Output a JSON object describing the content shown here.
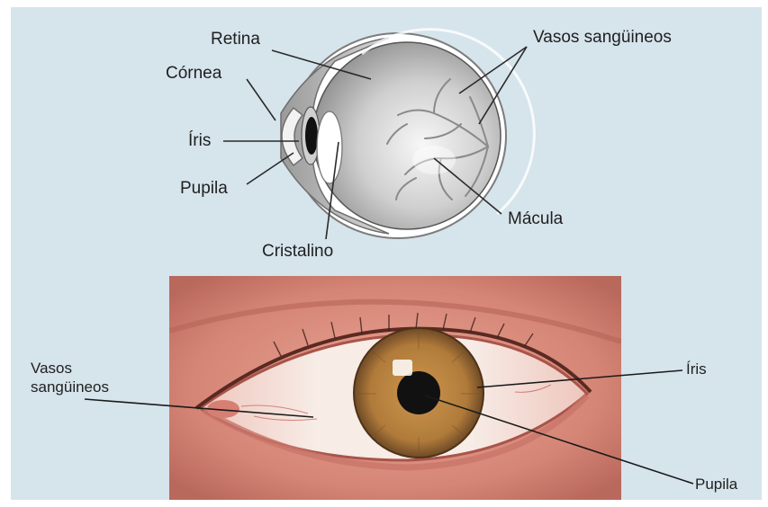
{
  "diagram": {
    "labels": {
      "retina": "Retina",
      "cornea": "Córnea",
      "iris_top": "Íris",
      "pupil_top": "Pupila",
      "lens": "Cristalino",
      "vessels_top": "Vasos sangüineos",
      "macula": "Mácula",
      "vessels_bottom_line1": "Vasos",
      "vessels_bottom_line2": "sangüineos",
      "iris_bottom": "Íris",
      "pupil_bottom": "Pupila"
    },
    "colors": {
      "background": "#d6e4ec",
      "iris": "#b8823f",
      "pupil": "#111111",
      "skin": "#d9897a",
      "sclera": "#f3e3dc"
    }
  }
}
